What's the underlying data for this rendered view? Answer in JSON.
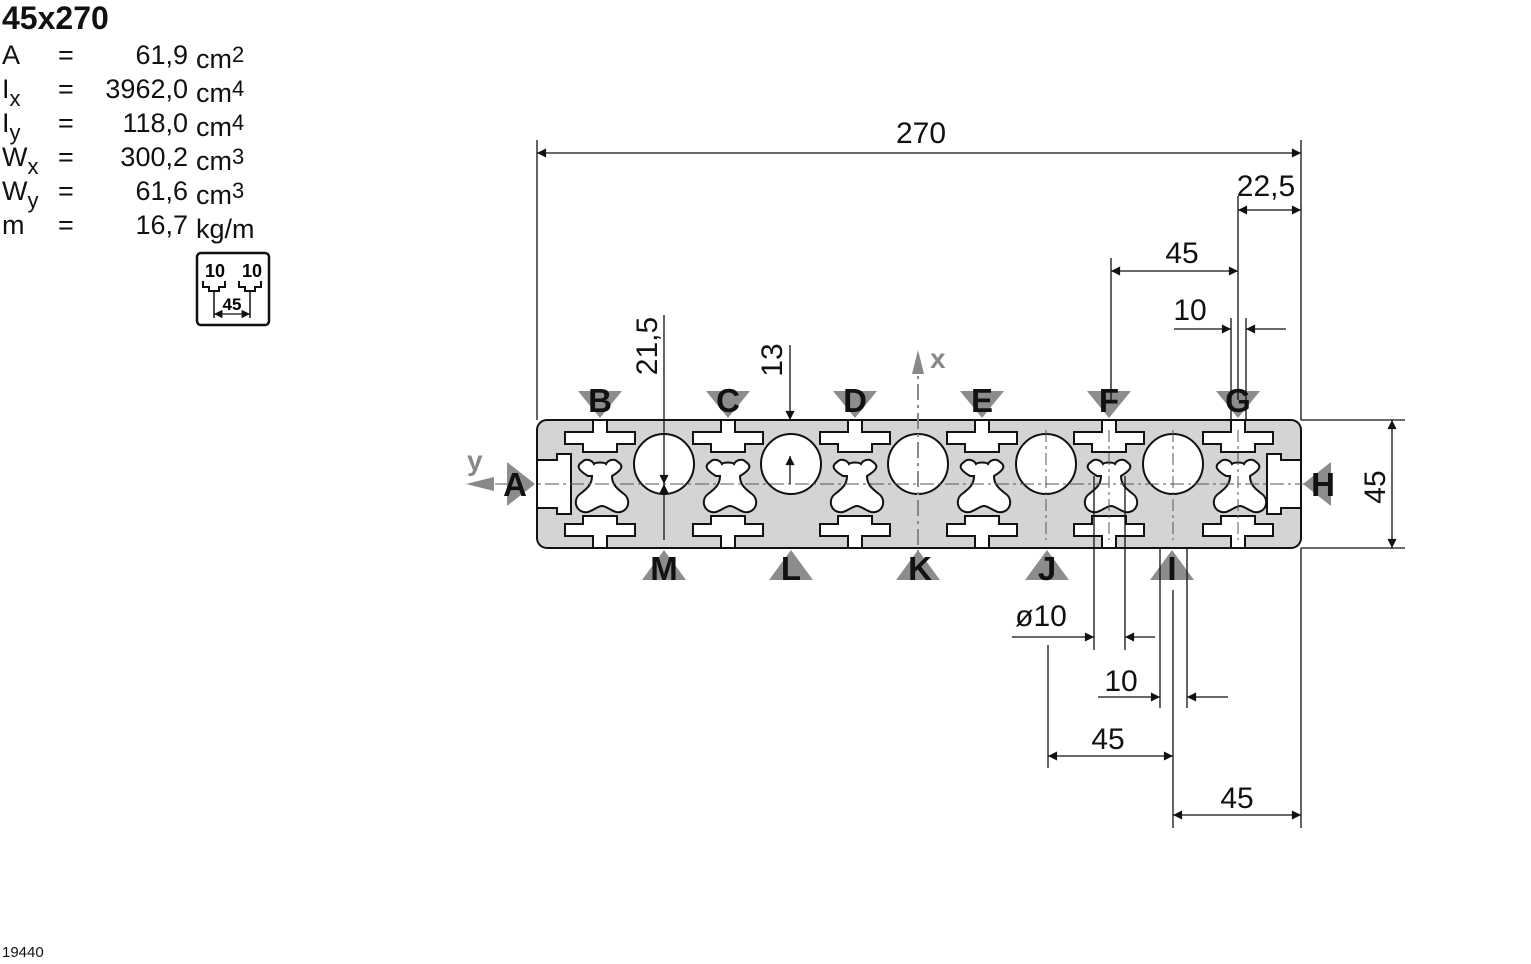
{
  "title": "45x270",
  "properties": [
    {
      "symbol": "A",
      "sub": "",
      "eq": "=",
      "value": "61,9",
      "unit": "cm",
      "exp": "2"
    },
    {
      "symbol": "I",
      "sub": "x",
      "eq": "=",
      "value": "3962,0",
      "unit": "cm",
      "exp": "4"
    },
    {
      "symbol": "I",
      "sub": "y",
      "eq": "=",
      "value": "118,0",
      "unit": "cm",
      "exp": "4"
    },
    {
      "symbol": "W",
      "sub": "x",
      "eq": "=",
      "value": "300,2",
      "unit": "cm",
      "exp": "3"
    },
    {
      "symbol": "W",
      "sub": "y",
      "eq": "=",
      "value": "61,6",
      "unit": "cm",
      "exp": "3"
    },
    {
      "symbol": "m",
      "sub": "",
      "eq": "=",
      "value": "16,7",
      "unit": "kg/m",
      "exp": ""
    }
  ],
  "slot_badge": {
    "left": "10",
    "right": "10",
    "spacing": "45"
  },
  "dimensions": {
    "overall_width": "270",
    "edge_offset": "22,5",
    "slot_pitch_top": "45",
    "slot_width_top": "10",
    "height_21_5": "21,5",
    "height_13": "13",
    "profile_height": "45",
    "bore_diameter": "ø10",
    "slot_width_bottom": "10",
    "pitch_bottom_inner": "45",
    "pitch_bottom_outer": "45"
  },
  "axes": {
    "x": "x",
    "y": "y"
  },
  "slot_labels": {
    "top": [
      "B",
      "C",
      "D",
      "E",
      "F",
      "G"
    ],
    "bottom": [
      "M",
      "L",
      "K",
      "J",
      "I"
    ],
    "left": "A",
    "right": "H"
  },
  "drawing_number": "19440",
  "colors": {
    "profile_fill": "#d4d4d4",
    "marker_gray": "#8c8c8c",
    "line": "#111111"
  }
}
